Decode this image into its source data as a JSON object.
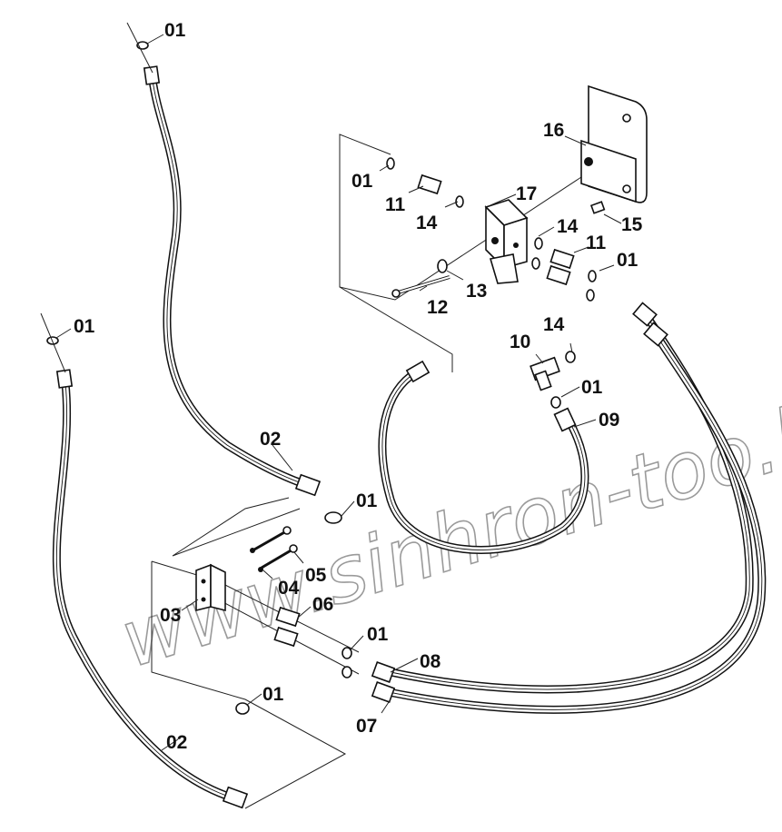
{
  "watermark": "www.sinhron-too.kz",
  "callouts": {
    "c01a": "01",
    "c01b": "01",
    "c01c": "01",
    "c01d": "01",
    "c01e": "01",
    "c01f": "01",
    "c01g": "01",
    "c01h": "01",
    "c02a": "02",
    "c02b": "02",
    "c03": "03",
    "c04": "04",
    "c05": "05",
    "c06": "06",
    "c07": "07",
    "c08": "08",
    "c09": "09",
    "c10": "10",
    "c11a": "11",
    "c11b": "11",
    "c12": "12",
    "c13": "13",
    "c14a": "14",
    "c14b": "14",
    "c14c": "14",
    "c15": "15",
    "c16": "16",
    "c17": "17"
  }
}
